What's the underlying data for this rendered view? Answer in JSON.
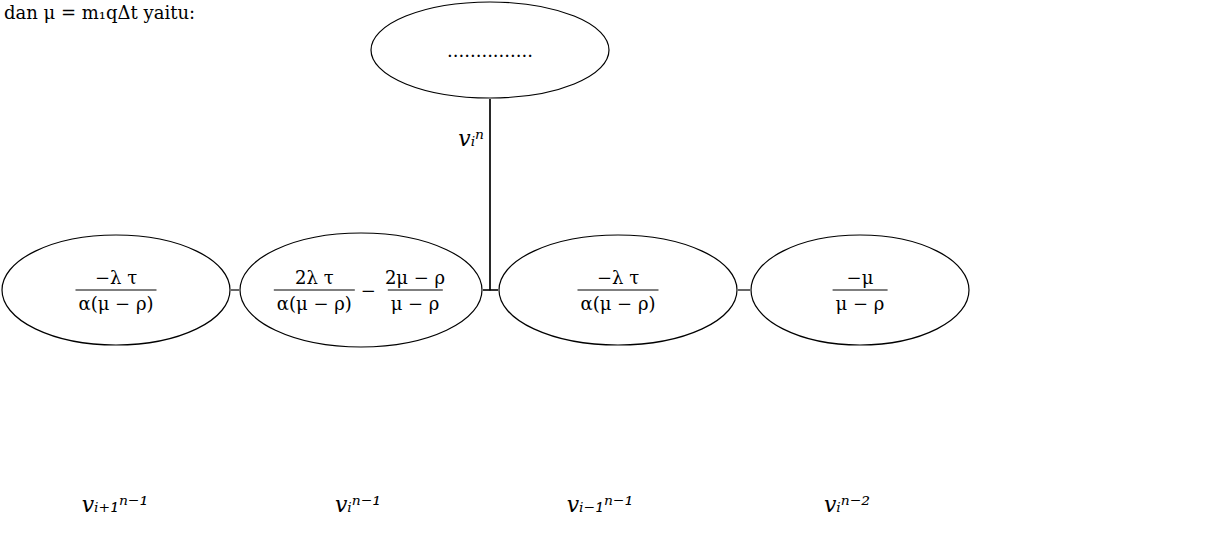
{
  "diagram": {
    "nodes": [
      {
        "text": [
          "..............."
        ]
      },
      {
        "text": [
          "−λ τ",
          "α(μ − ρ)"
        ]
      },
      {
        "text": [
          "2λ τ",
          "α(μ − ρ)",
          "−",
          "2μ − ρ",
          "μ − ρ"
        ]
      },
      {
        "text": [
          "−λ τ",
          "α(μ − ρ)"
        ]
      },
      {
        "text": [
          "−μ",
          "μ − ρ"
        ]
      }
    ],
    "edges": [
      {
        "from": 1,
        "to": 2,
        "arrow": "none"
      },
      {
        "from": 2,
        "to": 3,
        "arrow": "none"
      },
      {
        "from": 3,
        "to": 4,
        "arrow": "none"
      },
      {
        "from": 0,
        "to": 2,
        "arrow": "none"
      },
      {
        "from": 0,
        "to": 3,
        "arrow": "none"
      }
    ],
    "labels": [
      "dan μ = m₁qΔt yaitu:",
      "vᵢⁿ",
      "vᵢ₊₁ⁿ⁻¹",
      "vᵢⁿ⁻¹",
      "vᵢ₋₁ⁿ⁻¹",
      "vᵢⁿ⁻²"
    ]
  }
}
